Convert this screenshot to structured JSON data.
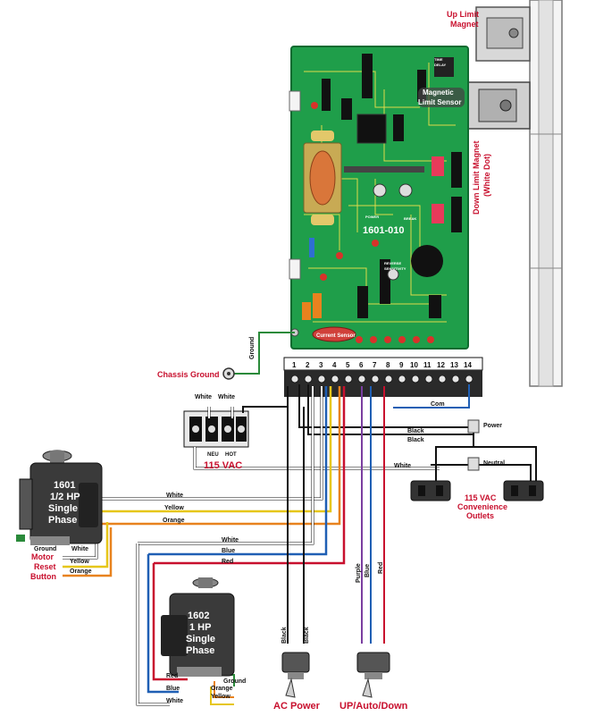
{
  "colors": {
    "board": "#1f9e4a",
    "board_dark": "#0f6b30",
    "trace": "#f2e24a",
    "label_red": "#c8102e",
    "wire_black": "#111111",
    "wire_blue": "#1f5fb4",
    "wire_red": "#c8102e",
    "wire_purple": "#7a3ea0",
    "wire_yellow": "#e6c619",
    "wire_orange": "#e8821e",
    "wire_white": "#ffffff",
    "wire_green": "#2a8a3a"
  },
  "labels": {
    "up_limit_magnet": [
      "Up Limit",
      "Magnet"
    ],
    "magnetic_limit_sensor": [
      "Magnetic",
      "Limit Sensor"
    ],
    "down_limit_magnet": [
      "Down Limit Magnet",
      "(White Dot)"
    ],
    "board_model": "1601-010",
    "current_sensor": "Current Sensor",
    "chassis_ground": "Chassis Ground",
    "ground_wire": "Ground",
    "vac_115": "115 VAC",
    "neu": "NEU",
    "hot": "HOT",
    "white_a": "White",
    "white_b": "White",
    "com": "Com",
    "black_1": "Black",
    "black_2": "Black",
    "white_outlet": "White",
    "power": "Power",
    "neutral": "Neutral",
    "outlets": [
      "115 VAC",
      "Convenience",
      "Outlets"
    ],
    "motor_1601": [
      "1601",
      "1/2 HP",
      "Single",
      "Phase"
    ],
    "motor_1602": [
      "1602",
      "1 HP",
      "Single",
      "Phase"
    ],
    "motor_reset": [
      "Motor",
      "Reset",
      "Button"
    ],
    "ac_power": "AC Power",
    "up_auto_down": "UP/Auto/Down"
  },
  "terminals": [
    "1",
    "2",
    "3",
    "4",
    "5",
    "6",
    "7",
    "8",
    "9",
    "10",
    "11",
    "12",
    "13",
    "14"
  ],
  "wire_labels": {
    "m1_white": "White",
    "m1_yellow": "Yellow",
    "m1_orange": "Orange",
    "m1_ground": "Ground",
    "m1_white2": "White",
    "m1_yellow2": "Yellow",
    "m1_orange2": "Orange",
    "m2_white": "White",
    "m2_blue": "Blue",
    "m2_red": "Red",
    "m2_red_b": "Red",
    "m2_blue_b": "Blue",
    "m2_white_b": "White",
    "m2_ground": "Ground",
    "m2_orange": "Orange",
    "m2_yellow": "Yellow",
    "sw_black_1": "Black",
    "sw_black_2": "Black",
    "sw_purple": "Purple",
    "sw_blue": "Blue",
    "sw_red": "Red"
  },
  "board_small_text": [
    "BREAK",
    "POWER",
    "REVERSE",
    "SENSITIVITY",
    "TIME",
    "DELAY"
  ]
}
